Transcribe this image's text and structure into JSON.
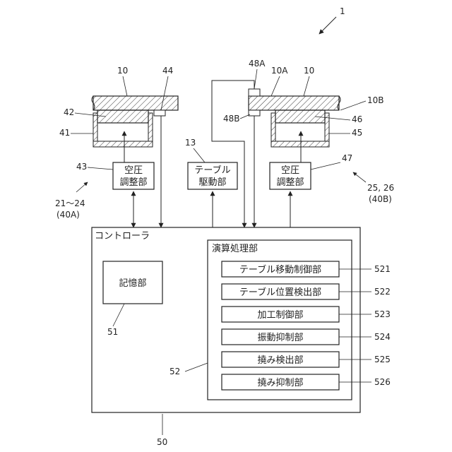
{
  "figure_ref": "1",
  "left_unit": {
    "table_label": "10",
    "sensor_label": "44",
    "plate_label": "42",
    "frame_label": "41",
    "adjuster_label": "43",
    "adjuster_text_1": "空圧",
    "adjuster_text_2": "調整部",
    "group_label_1": "21～24",
    "group_label_2": "(40A)"
  },
  "right_unit": {
    "table_label": "10",
    "table_top_label": "10A",
    "table_bottom_label": "10B",
    "sensor_top_label": "48A",
    "sensor_bottom_label": "48B",
    "plate_label": "46",
    "frame_label": "45",
    "adjuster_label": "47",
    "adjuster_text_1": "空圧",
    "adjuster_text_2": "調整部",
    "group_label_1": "25, 26",
    "group_label_2": "(40B)"
  },
  "drive": {
    "label": "13",
    "text_1": "テーブル",
    "text_2": "駆動部"
  },
  "controller": {
    "title": "コントローラ",
    "label": "50",
    "memory": {
      "text": "記憶部",
      "label": "51"
    },
    "processor": {
      "title": "演算処理部",
      "label": "52",
      "modules": [
        {
          "text": "テーブル移動制御部",
          "label": "521"
        },
        {
          "text": "テーブル位置検出部",
          "label": "522"
        },
        {
          "text": "加工制御部",
          "label": "523"
        },
        {
          "text": "振動抑制部",
          "label": "524"
        },
        {
          "text": "撓み検出部",
          "label": "525"
        },
        {
          "text": "撓み抑制部",
          "label": "526"
        }
      ]
    }
  }
}
